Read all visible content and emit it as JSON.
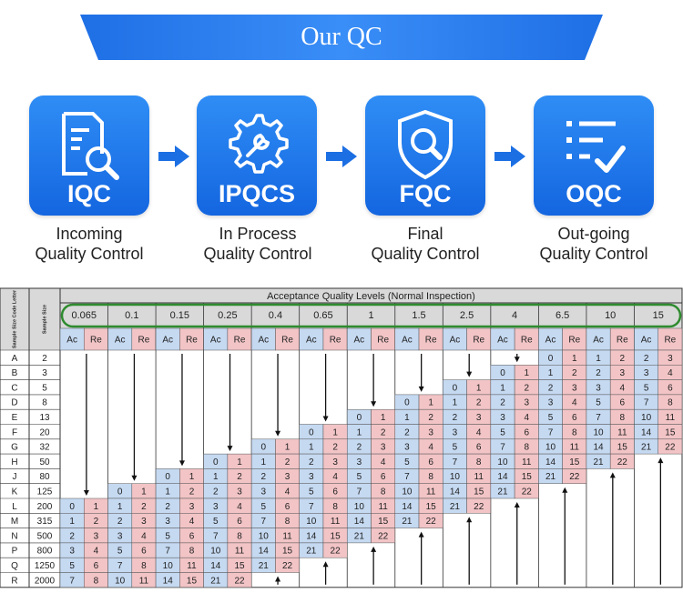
{
  "banner": {
    "title": "Our QC"
  },
  "stages": [
    {
      "code": "IQC",
      "icon": "document-search-icon",
      "line1": "Incoming",
      "line2": "Quality Control"
    },
    {
      "code": "IPQCS",
      "icon": "gear-wrench-icon",
      "line1": "In Process",
      "line2": "Quality Control"
    },
    {
      "code": "FQC",
      "icon": "shield-search-icon",
      "line1": "Final",
      "line2": "Quality Control"
    },
    {
      "code": "OQC",
      "icon": "checklist-icon",
      "line1": "Out-going",
      "line2": "Quality Control"
    }
  ],
  "aql_table": {
    "title": "Acceptance Quality Levels (Normal Inspection)",
    "col_header_1": "Sample Size Code Letter",
    "col_header_2": "Sample Size",
    "ac_label": "Ac",
    "re_label": "Re",
    "levels": [
      "0.065",
      "0.1",
      "0.15",
      "0.25",
      "0.4",
      "0.65",
      "1",
      "1.5",
      "2.5",
      "4",
      "6.5",
      "10",
      "15"
    ],
    "rows": [
      {
        "letter": "A",
        "size": "2"
      },
      {
        "letter": "B",
        "size": "3"
      },
      {
        "letter": "C",
        "size": "5"
      },
      {
        "letter": "D",
        "size": "8"
      },
      {
        "letter": "E",
        "size": "13"
      },
      {
        "letter": "F",
        "size": "20"
      },
      {
        "letter": "G",
        "size": "32"
      },
      {
        "letter": "H",
        "size": "50"
      },
      {
        "letter": "J",
        "size": "80"
      },
      {
        "letter": "K",
        "size": "125"
      },
      {
        "letter": "L",
        "size": "200"
      },
      {
        "letter": "M",
        "size": "315"
      },
      {
        "letter": "N",
        "size": "500"
      },
      {
        "letter": "P",
        "size": "800"
      },
      {
        "letter": "Q",
        "size": "1250"
      },
      {
        "letter": "R",
        "size": "2000"
      }
    ],
    "ac_re_series": [
      [
        0,
        1
      ],
      [
        1,
        2
      ],
      [
        2,
        3
      ],
      [
        3,
        4
      ],
      [
        5,
        6
      ],
      [
        7,
        8
      ],
      [
        10,
        11
      ],
      [
        14,
        15
      ],
      [
        21,
        22
      ]
    ],
    "start_row_per_level": [
      10,
      9,
      8,
      7,
      6,
      5,
      4,
      3,
      2,
      1,
      0,
      -1,
      -2
    ],
    "colors": {
      "ac": "#c5d9f1",
      "re": "#f2c4c6",
      "header": "#d9d9d9",
      "highlight": "#2e8b2e"
    }
  }
}
